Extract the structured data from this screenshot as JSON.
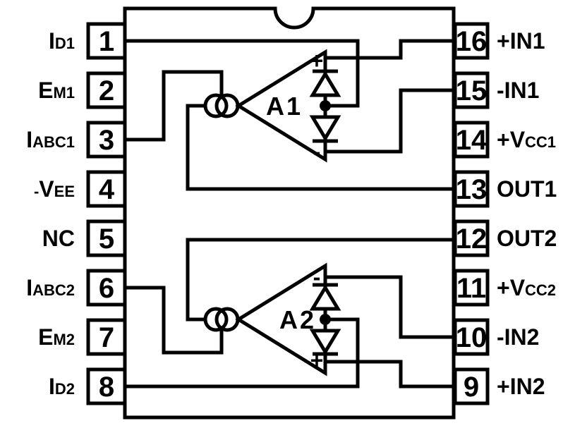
{
  "colors": {
    "line": "#000000",
    "background": "#ffffff"
  },
  "amplifiers": [
    {
      "label": "A1",
      "top_sign": "+",
      "bottom_sign": "-"
    },
    {
      "label": "A2",
      "top_sign": "-",
      "bottom_sign": "+"
    }
  ],
  "pins": {
    "left": [
      {
        "number": "1",
        "pre": "",
        "main": "I",
        "sub": "D1"
      },
      {
        "number": "2",
        "pre": "",
        "main": "E",
        "sub": "M1"
      },
      {
        "number": "3",
        "pre": "",
        "main": "I",
        "sub": "ABC1"
      },
      {
        "number": "4",
        "pre": "-",
        "main": "V",
        "sub": "EE"
      },
      {
        "number": "5",
        "pre": "",
        "main": "NC",
        "sub": ""
      },
      {
        "number": "6",
        "pre": "",
        "main": "I",
        "sub": "ABC2"
      },
      {
        "number": "7",
        "pre": "",
        "main": "E",
        "sub": "M2"
      },
      {
        "number": "8",
        "pre": "",
        "main": "I",
        "sub": "D2"
      }
    ],
    "right": [
      {
        "number": "16",
        "pre": "",
        "main": "+IN1",
        "sub": ""
      },
      {
        "number": "15",
        "pre": "",
        "main": "-IN1",
        "sub": ""
      },
      {
        "number": "14",
        "pre": "",
        "main": "+V",
        "sub": "CC1"
      },
      {
        "number": "13",
        "pre": "",
        "main": "OUT1",
        "sub": ""
      },
      {
        "number": "12",
        "pre": "",
        "main": "OUT2",
        "sub": ""
      },
      {
        "number": "11",
        "pre": "",
        "main": "+V",
        "sub": "CC2"
      },
      {
        "number": "10",
        "pre": "",
        "main": "-IN2",
        "sub": ""
      },
      {
        "number": "9",
        "pre": "",
        "main": "+IN2",
        "sub": ""
      }
    ]
  }
}
